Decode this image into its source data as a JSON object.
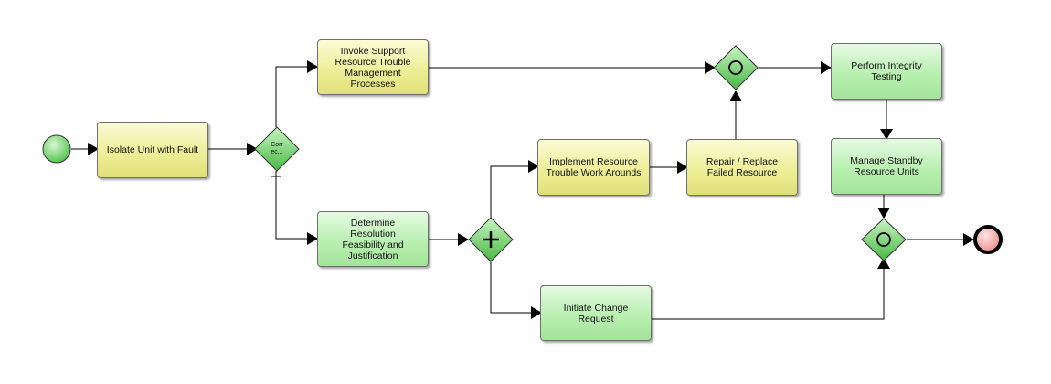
{
  "diagram": {
    "tasks": {
      "isolate": "Isolate Unit with Fault",
      "invoke_support": "Invoke Support\nResource Trouble\nManagement\nProcesses",
      "determine_resolution": "Determine\nResolution\nFeasibility and\nJustification",
      "implement_workarounds": "Implement Resource\nTrouble Work Arounds",
      "repair_replace": "Repair / Replace\nFailed Resource",
      "initiate_change": "Initiate Change\nRequest",
      "perform_integrity": "Perform Integrity\nTesting",
      "manage_standby": "Manage Standby\nResource Units"
    },
    "gateways": {
      "correct_label": "Corr\nec..."
    }
  },
  "colors": {
    "task_yellow": "#eeee98",
    "task_green": "#b9efb1",
    "gateway_green": "#8ee08a",
    "start_event": "#7ed87a",
    "end_event": "#f6a2a2",
    "flow_line": "#000000"
  },
  "icons": {
    "start": "start-event-circle",
    "end": "end-event-circle",
    "exclusive_gateway": "diamond-gateway",
    "parallel_gateway": "diamond-plus-gateway",
    "inclusive_gateway": "diamond-circle-gateway"
  }
}
